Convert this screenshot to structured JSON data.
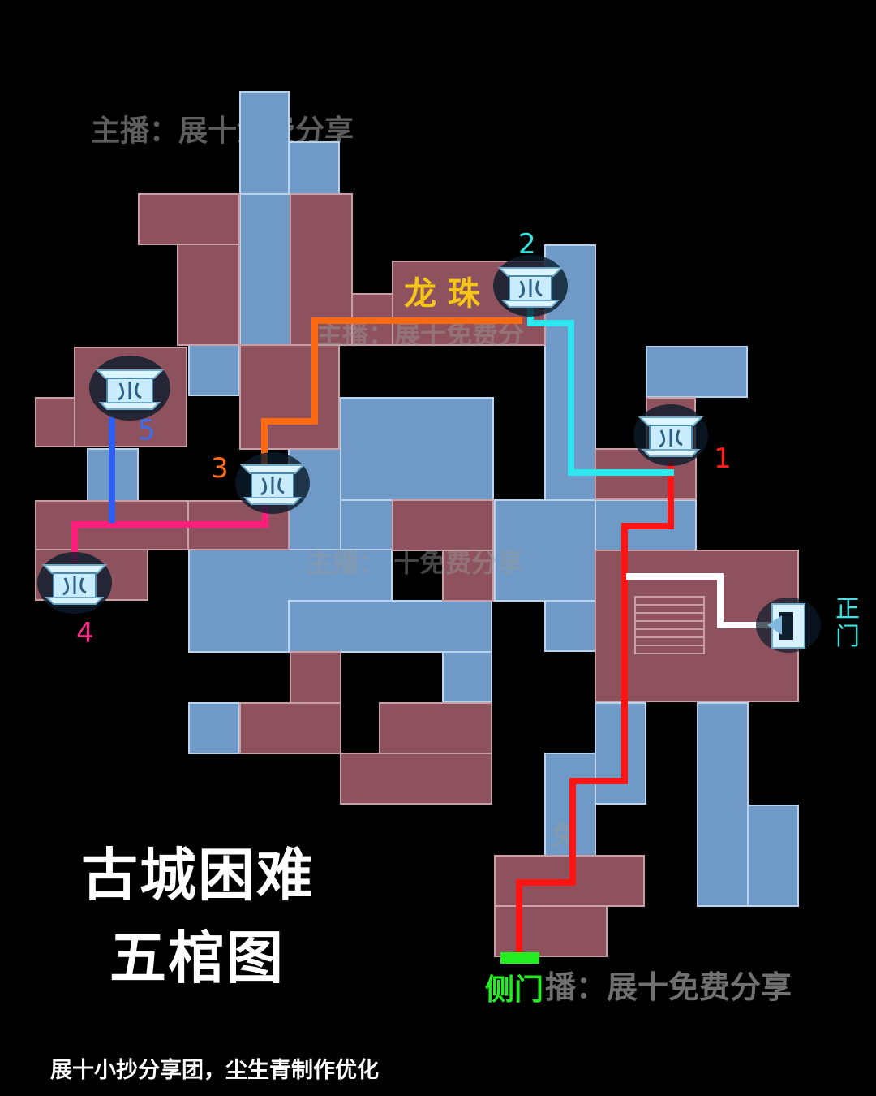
{
  "map": {
    "title_line1": "古城困难",
    "title_line2": "五棺图",
    "credit": "展十小抄分享团，尘生青制作优化",
    "watermark": "主播：展十免费分享",
    "watermark_partial_a": "主播：展十免费分",
    "watermark_partial_b": "主播：  十免费分享",
    "watermark_partial_c": "免",
    "watermark_partial_d": "播：展十免费分享",
    "dragon_pearl": "龙 珠",
    "main_gate": "正门",
    "side_gate": "侧门",
    "markers": [
      {
        "id": "1",
        "color": "#ff1e1e"
      },
      {
        "id": "2",
        "color": "#36e6e6"
      },
      {
        "id": "3",
        "color": "#ff6a14"
      },
      {
        "id": "4",
        "color": "#ff2d8a"
      },
      {
        "id": "5",
        "color": "#3a6df0"
      }
    ],
    "colors": {
      "route_1": "#ff1414",
      "route_2": "#2de8ee",
      "route_3": "#ff6a10",
      "route_4": "#ff1f7a",
      "route_5": "#2e5ef0",
      "entry_route": "#ffffff",
      "side_gate": "#22ee22",
      "dragon_pearl_text": "#f5c518"
    },
    "icons": [
      "coffin-icon",
      "gate-icon"
    ]
  }
}
